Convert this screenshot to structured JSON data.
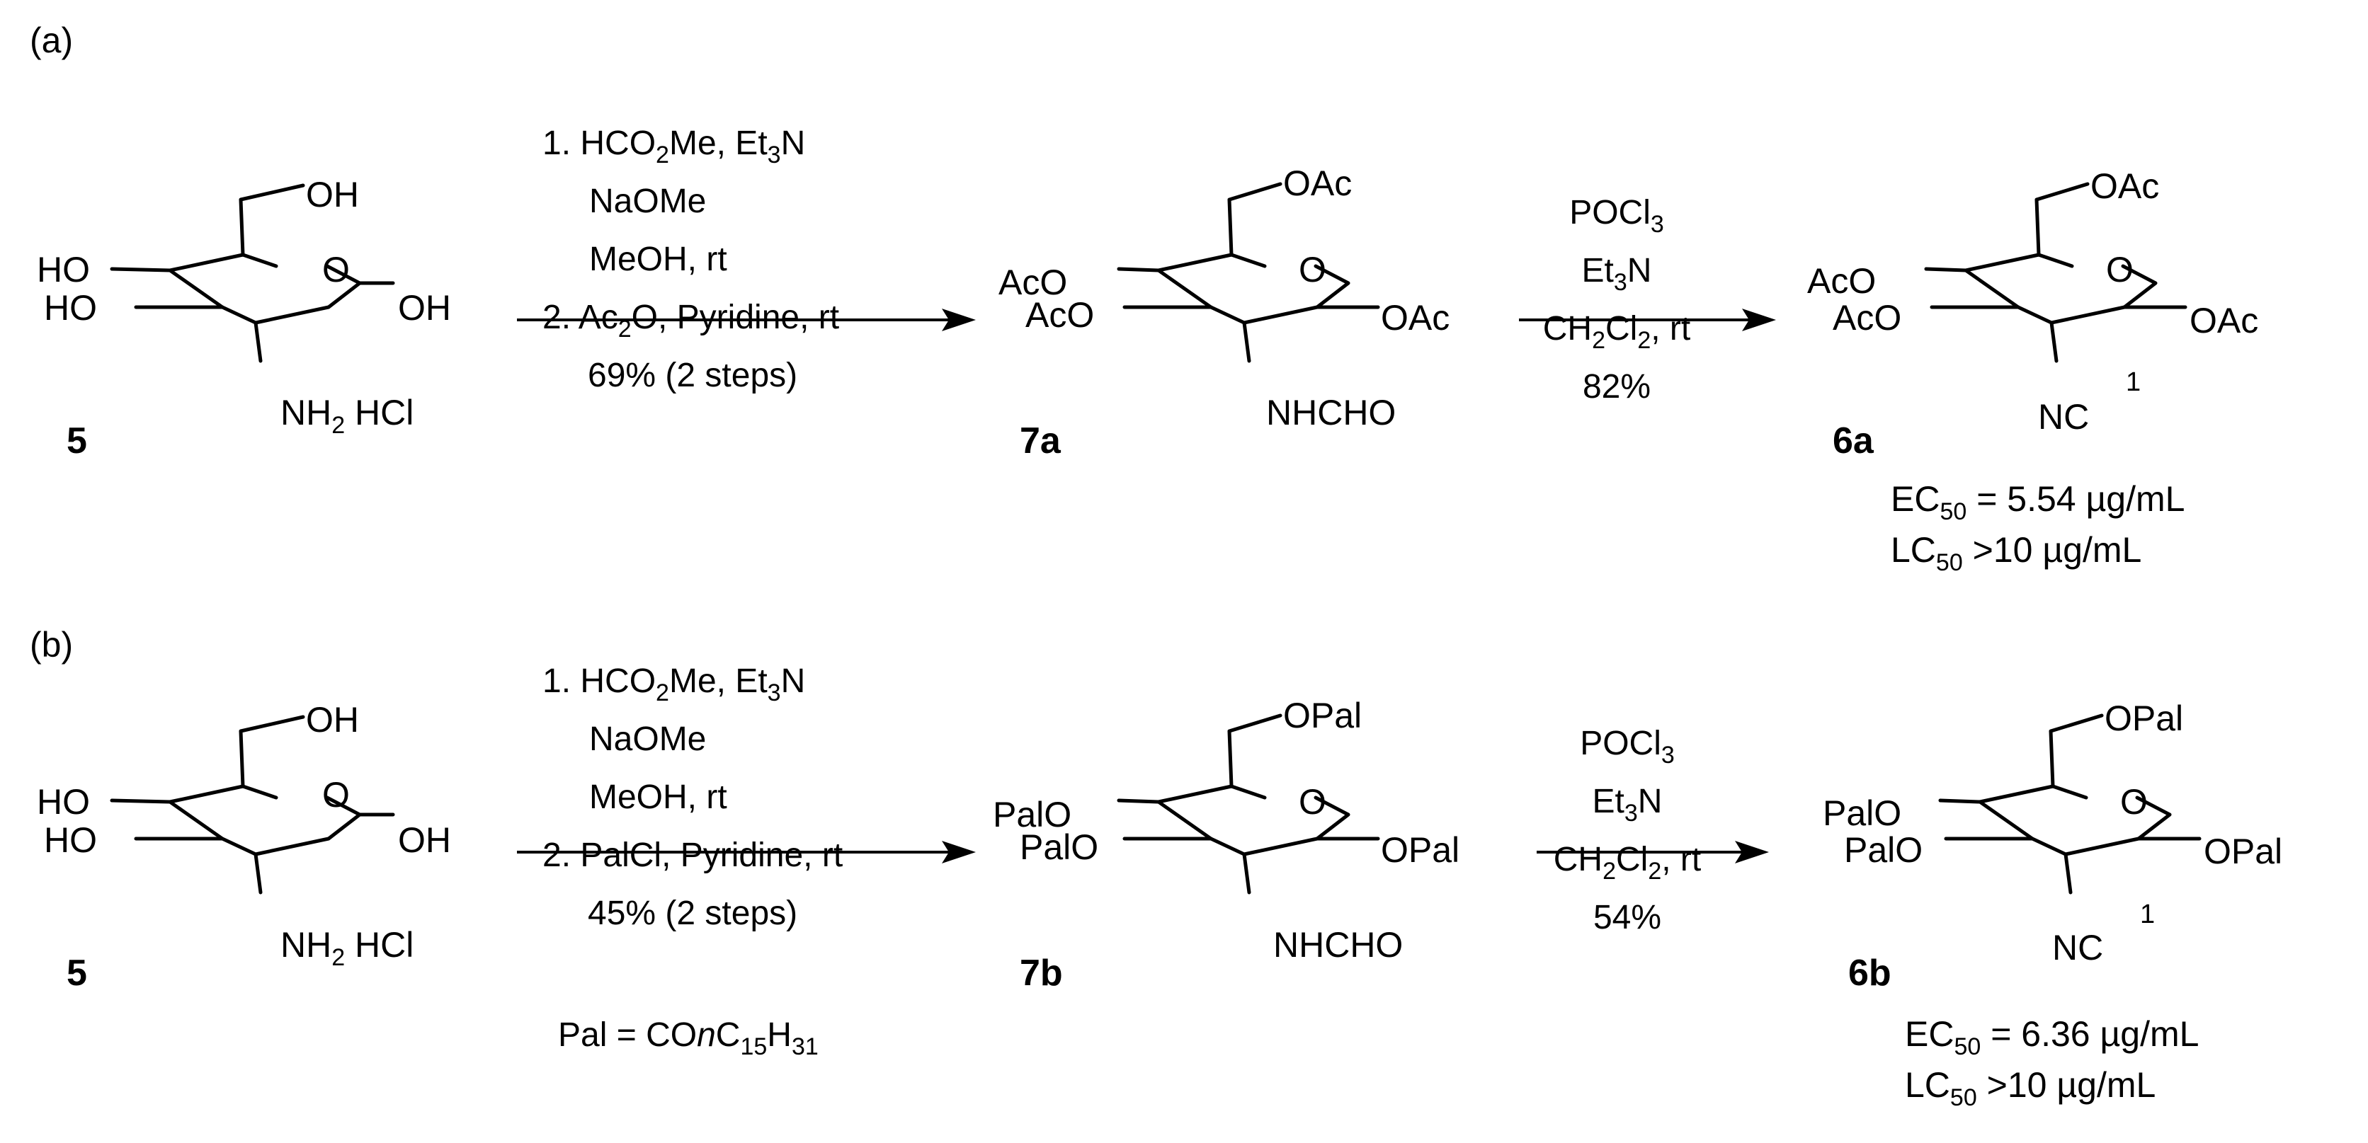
{
  "panels": [
    {
      "label": "(a)",
      "start": {
        "id": "5",
        "atoms": {
          "c6": "OH",
          "c4": "HO",
          "c3": "HO",
          "o5": "O",
          "c1": "OH",
          "nh": "NH",
          "nh_sub": "2",
          "hcl": "HCl"
        }
      },
      "step1": {
        "lines": [
          [
            {
              "t": "1. HCO"
            },
            {
              "t": "2",
              "sub": true
            },
            {
              "t": "Me, Et"
            },
            {
              "t": "3",
              "sub": true
            },
            {
              "t": "N"
            }
          ],
          [
            {
              "t": "NaOMe"
            }
          ],
          [
            {
              "t": "MeOH, rt"
            }
          ],
          [
            {
              "t": "2. Ac"
            },
            {
              "t": "2",
              "sub": true
            },
            {
              "t": "O, Pyridine, rt"
            }
          ],
          [
            {
              "t": "69% (2 steps)"
            }
          ]
        ]
      },
      "intermediate": {
        "id": "7a",
        "atoms": {
          "c6": "OAc",
          "c4": "AcO",
          "c3": "AcO",
          "o5": "O",
          "c1": "OAc",
          "c2": "NHCHO"
        }
      },
      "step2": {
        "lines": [
          [
            {
              "t": "POCl"
            },
            {
              "t": "3",
              "sub": true
            }
          ],
          [
            {
              "t": "Et"
            },
            {
              "t": "3",
              "sub": true
            },
            {
              "t": "N"
            }
          ],
          [
            {
              "t": "CH"
            },
            {
              "t": "2",
              "sub": true
            },
            {
              "t": "Cl"
            },
            {
              "t": "2",
              "sub": true
            },
            {
              "t": ", rt"
            }
          ],
          [
            {
              "t": "82%"
            }
          ]
        ]
      },
      "product": {
        "id": "6a",
        "atoms": {
          "c6": "OAc",
          "c4": "AcO",
          "c3": "AcO",
          "o5": "O",
          "c1": "OAc",
          "c2": "NC",
          "pos": "1"
        }
      },
      "activity": [
        [
          {
            "t": "EC"
          },
          {
            "t": "50",
            "sub": true
          },
          {
            "t": " = 5.54 µg/mL"
          }
        ],
        [
          {
            "t": "LC"
          },
          {
            "t": "50",
            "sub": true
          },
          {
            "t": " >10 µg/mL"
          }
        ]
      ],
      "note": []
    },
    {
      "label": "(b)",
      "start": {
        "id": "5",
        "atoms": {
          "c6": "OH",
          "c4": "HO",
          "c3": "HO",
          "o5": "O",
          "c1": "OH",
          "nh": "NH",
          "nh_sub": "2",
          "hcl": "HCl"
        }
      },
      "step1": {
        "lines": [
          [
            {
              "t": "1. HCO"
            },
            {
              "t": "2",
              "sub": true
            },
            {
              "t": "Me, Et"
            },
            {
              "t": "3",
              "sub": true
            },
            {
              "t": "N"
            }
          ],
          [
            {
              "t": "NaOMe"
            }
          ],
          [
            {
              "t": "MeOH, rt"
            }
          ],
          [
            {
              "t": "2. PalCl, Pyridine, rt"
            }
          ],
          [
            {
              "t": "45% (2 steps)"
            }
          ]
        ]
      },
      "intermediate": {
        "id": "7b",
        "atoms": {
          "c6": "OPal",
          "c4": "PalO",
          "c3": "PalO",
          "o5": "O",
          "c1": "OPal",
          "c2": "NHCHO"
        }
      },
      "step2": {
        "lines": [
          [
            {
              "t": "POCl"
            },
            {
              "t": "3",
              "sub": true
            }
          ],
          [
            {
              "t": "Et"
            },
            {
              "t": "3",
              "sub": true
            },
            {
              "t": "N"
            }
          ],
          [
            {
              "t": "CH"
            },
            {
              "t": "2",
              "sub": true
            },
            {
              "t": "Cl"
            },
            {
              "t": "2",
              "sub": true
            },
            {
              "t": ", rt"
            }
          ],
          [
            {
              "t": "54%"
            }
          ]
        ]
      },
      "product": {
        "id": "6b",
        "atoms": {
          "c6": "OPal",
          "c4": "PalO",
          "c3": "PalO",
          "o5": "O",
          "c1": "OPal",
          "c2": "NC",
          "pos": "1"
        }
      },
      "activity": [
        [
          {
            "t": "EC"
          },
          {
            "t": "50",
            "sub": true
          },
          {
            "t": " = 6.36 µg/mL"
          }
        ],
        [
          {
            "t": "LC"
          },
          {
            "t": "50",
            "sub": true
          },
          {
            "t": " >10 µg/mL"
          }
        ]
      ],
      "note": [
        [
          {
            "t": "Pal = CO"
          },
          {
            "t": "n",
            "italic": true
          },
          {
            "t": "C"
          },
          {
            "t": "15",
            "sub": true
          },
          {
            "t": "H"
          },
          {
            "t": "31",
            "sub": true
          }
        ]
      ]
    }
  ]
}
